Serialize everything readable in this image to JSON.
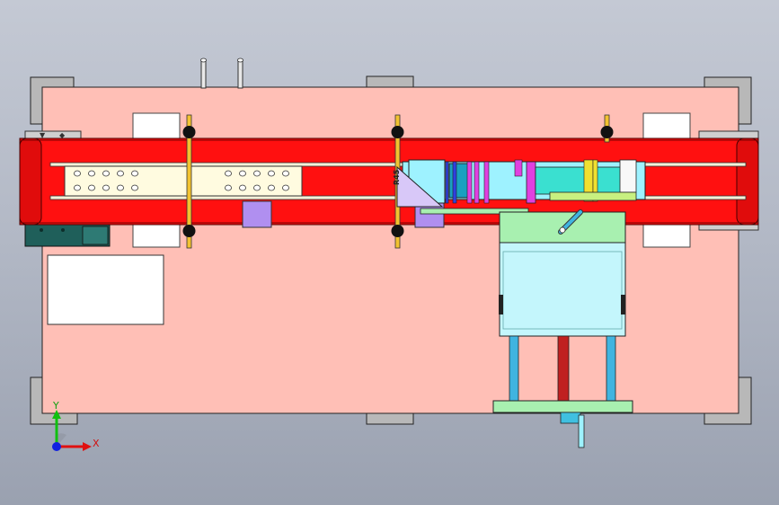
{
  "viewport": {
    "name": "cad-graphics-area"
  },
  "model": {
    "label_r45": "R45"
  },
  "triad": {
    "x_label": "X",
    "y_label": "Y"
  },
  "colors": {
    "background_top": "#c4c9d4",
    "background_bottom": "#9aa1b0",
    "base_plate": "#ffbfb6",
    "conveyor_belt": "#ff1010",
    "guide_rail": "#f5f0d8",
    "slide_plate": "#fffbe0",
    "cyan_parts": "#9ef2ff",
    "green_bracket": "#a8f0b0",
    "blue_rod": "#40b4e0",
    "red_rod": "#c02020",
    "purple_block": "#b08ff0",
    "dark_teal_motor": "#1f5f5a",
    "triad_x": "#e01010",
    "triad_y": "#10c010",
    "triad_z": "#1020e0"
  },
  "icons": {
    "triad": "coordinate-triad-icon"
  }
}
